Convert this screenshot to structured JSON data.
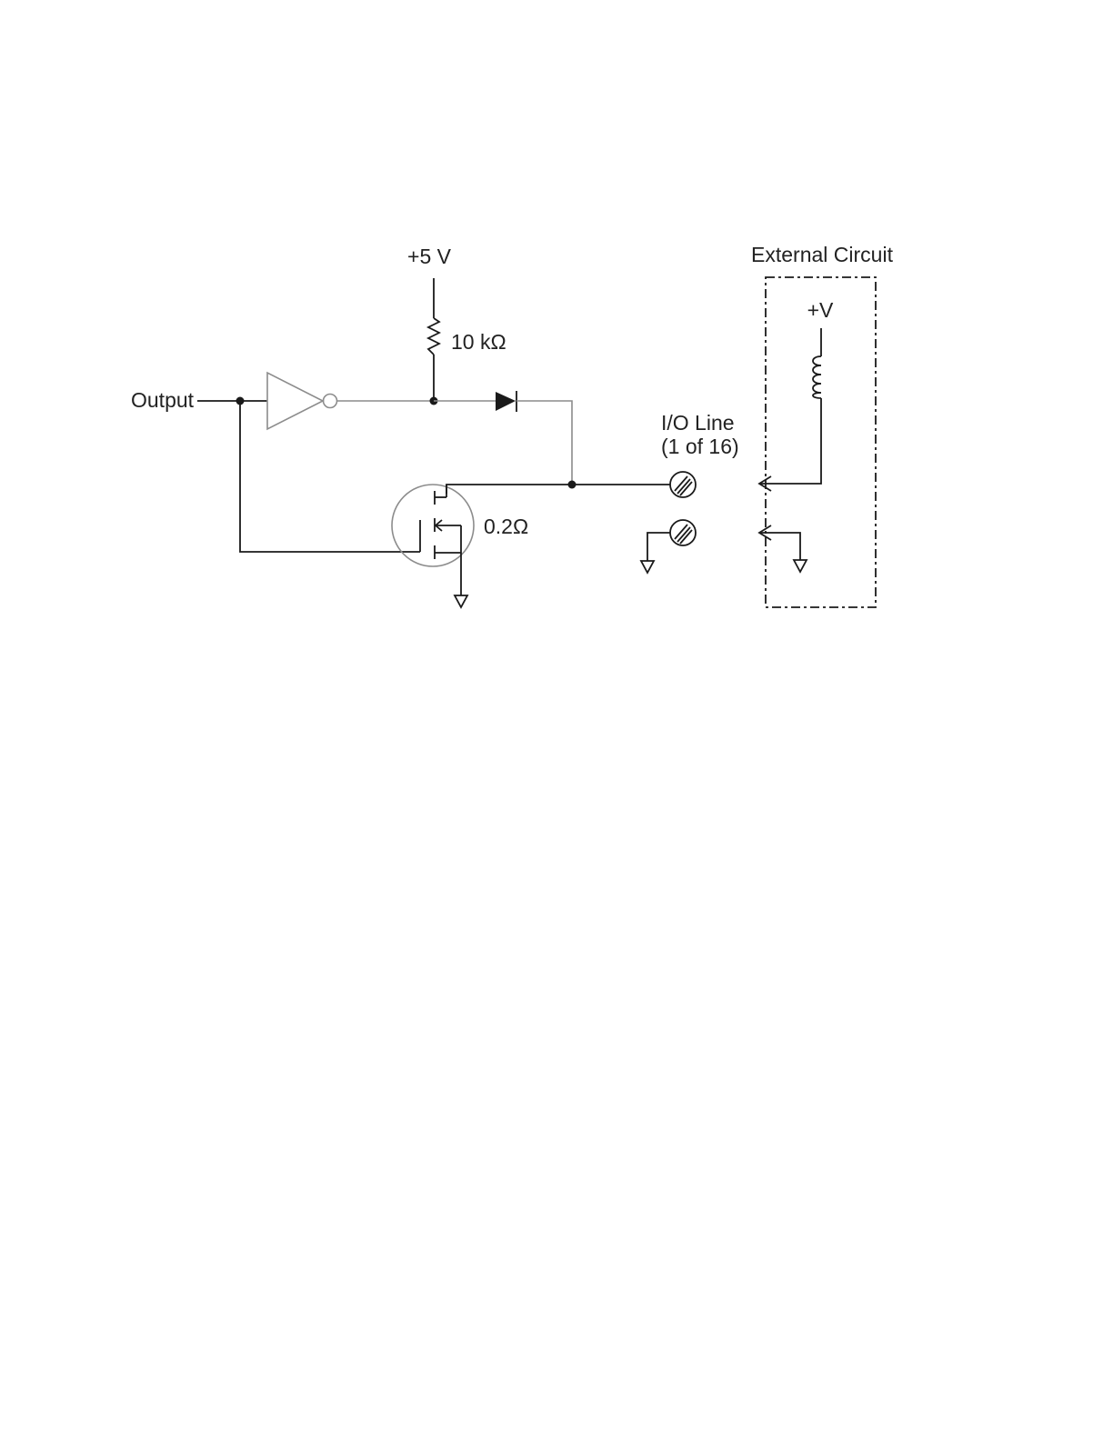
{
  "labels": {
    "supply": "+5 V",
    "resistor": "10 kΩ",
    "input": "Output",
    "mosfet_resistance": "0.2Ω",
    "io_line_1": "I/O Line",
    "io_line_2": "(1 of 16)",
    "external_title": "External Circuit",
    "external_supply": "+V"
  }
}
